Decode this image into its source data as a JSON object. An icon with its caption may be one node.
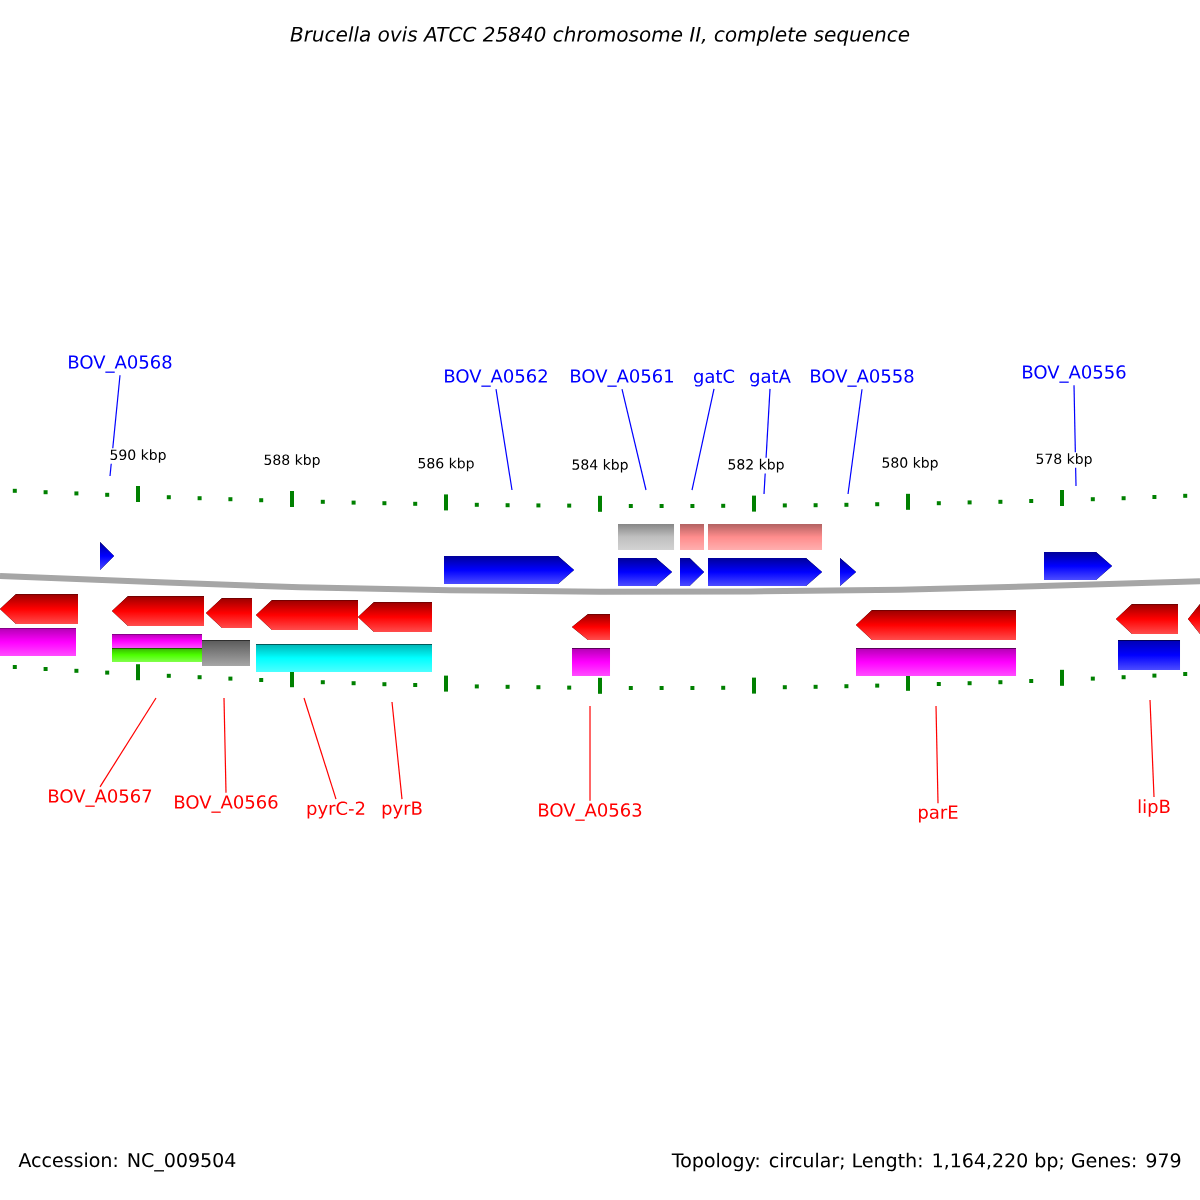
{
  "diagram": {
    "title": "Brucella ovis ATCC 25840 chromosome II, complete sequence",
    "nodes": [
      {
        "text": [
          "BOV_A0568"
        ]
      },
      {
        "text": [
          "BOV_A0562"
        ]
      },
      {
        "text": [
          "BOV_A0561"
        ]
      },
      {
        "text": [
          "gatC"
        ]
      },
      {
        "text": [
          "gatA"
        ]
      },
      {
        "text": [
          "BOV_A0558"
        ]
      },
      {
        "text": [
          "BOV_A0556"
        ]
      },
      {
        "text": [
          "BOV_A0567"
        ]
      },
      {
        "text": [
          "BOV_A0566"
        ]
      },
      {
        "text": [
          "pyrC-2"
        ]
      },
      {
        "text": [
          "pyrB"
        ]
      },
      {
        "text": [
          "BOV_A0563"
        ]
      },
      {
        "text": [
          "parE"
        ]
      },
      {
        "text": [
          "lipB"
        ]
      },
      {
        "text": [],
        "shape": "track"
      },
      {
        "text": [],
        "shape": "track"
      }
    ],
    "edges": [
      {
        "from": 0,
        "to": 14,
        "arrow": "none",
        "color": "#0000ff"
      },
      {
        "from": 1,
        "to": 14,
        "arrow": "none",
        "color": "#0000ff"
      },
      {
        "from": 2,
        "to": 14,
        "arrow": "none",
        "color": "#0000ff"
      },
      {
        "from": 3,
        "to": 14,
        "arrow": "none",
        "color": "#0000ff"
      },
      {
        "from": 4,
        "to": 14,
        "arrow": "none",
        "color": "#0000ff"
      },
      {
        "from": 5,
        "to": 14,
        "arrow": "none",
        "color": "#0000ff"
      },
      {
        "from": 6,
        "to": 14,
        "arrow": "none",
        "color": "#0000ff"
      },
      {
        "from": 7,
        "to": 15,
        "arrow": "none",
        "color": "#ff0000"
      },
      {
        "from": 8,
        "to": 15,
        "arrow": "none",
        "color": "#ff0000"
      },
      {
        "from": 9,
        "to": 15,
        "arrow": "none",
        "color": "#ff0000"
      },
      {
        "from": 10,
        "to": 15,
        "arrow": "none",
        "color": "#ff0000"
      },
      {
        "from": 11,
        "to": 15,
        "arrow": "none",
        "color": "#ff0000"
      },
      {
        "from": 12,
        "to": 15,
        "arrow": "none",
        "color": "#ff0000"
      },
      {
        "from": 13,
        "to": 15,
        "arrow": "none",
        "color": "#ff0000"
      }
    ],
    "labels": [
      "590 kbp",
      "588 kbp",
      "586 kbp",
      "584 kbp",
      "582 kbp",
      "580 kbp",
      "578 kbp",
      "Accession: NC_009504",
      "Topology: circular; Length: 1,164,220 bp; Genes: 979"
    ]
  }
}
